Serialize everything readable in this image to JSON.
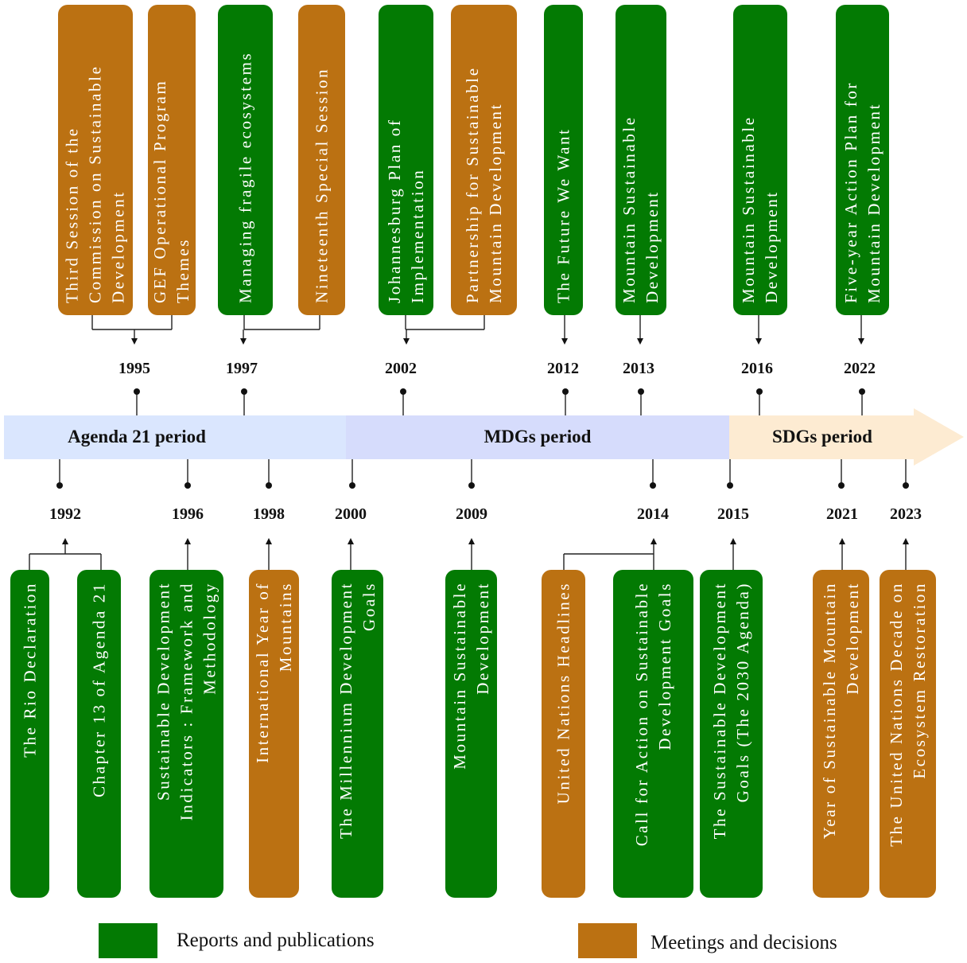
{
  "colors": {
    "reports": "#037a03",
    "meetings": "#bb7112",
    "agenda_band": "#dae6fe",
    "mdgs_band": "#d6dcfc",
    "sdgs_band": "#fdebd2"
  },
  "periods": [
    {
      "label": "Agenda 21 period"
    },
    {
      "label": "MDGs period"
    },
    {
      "label": "SDGs period"
    }
  ],
  "top_events": [
    {
      "year": "1995",
      "items": [
        {
          "type": "meetings",
          "text": "Third Session of the\nCommission on Sustainable\nDevelopment"
        },
        {
          "type": "meetings",
          "text": "GEF Operational Program\nThemes"
        }
      ]
    },
    {
      "year": "1997",
      "items": [
        {
          "type": "reports",
          "text": "Managing fragile ecosystems"
        },
        {
          "type": "meetings",
          "text": "Nineteenth Special Session"
        }
      ]
    },
    {
      "year": "2002",
      "items": [
        {
          "type": "reports",
          "text": "Johannesburg Plan of\nImplementation"
        },
        {
          "type": "meetings",
          "text": "Partnership for Sustainable\nMountain Development"
        }
      ]
    },
    {
      "year": "2012",
      "items": [
        {
          "type": "reports",
          "text": "The Future We Want"
        }
      ]
    },
    {
      "year": "2013",
      "items": [
        {
          "type": "reports",
          "text": "Mountain Sustainable\nDevelopment"
        }
      ]
    },
    {
      "year": "2016",
      "items": [
        {
          "type": "reports",
          "text": "Mountain Sustainable\nDevelopment"
        }
      ]
    },
    {
      "year": "2022",
      "items": [
        {
          "type": "reports",
          "text": "Five-year Action Plan for\nMountain Development"
        }
      ]
    }
  ],
  "bottom_events": [
    {
      "year": "1992",
      "items": [
        {
          "type": "reports",
          "text": "The Rio Declaration"
        },
        {
          "type": "reports",
          "text": "Chapter 13 of Agenda 21"
        }
      ]
    },
    {
      "year": "1996",
      "items": [
        {
          "type": "reports",
          "text": "Sustainable Development\nIndicators : Framework and\nMethodology"
        }
      ]
    },
    {
      "year": "1998",
      "items": [
        {
          "type": "meetings",
          "text": "International Year of\nMountains"
        }
      ]
    },
    {
      "year": "2000",
      "items": [
        {
          "type": "reports",
          "text": "The Millennium Development\nGoals"
        }
      ]
    },
    {
      "year": "2009",
      "items": [
        {
          "type": "reports",
          "text": "Mountain Sustainable\nDevelopment"
        }
      ]
    },
    {
      "year": "2014",
      "items": [
        {
          "type": "meetings",
          "text": "United Nations Headlines"
        },
        {
          "type": "reports",
          "text": "Call for Action on Sustainable\nDevelopment Goals"
        }
      ]
    },
    {
      "year": "2015",
      "items": [
        {
          "type": "reports",
          "text": "The Sustainable Development\nGoals (The 2030 Agenda)"
        }
      ]
    },
    {
      "year": "2021",
      "items": [
        {
          "type": "meetings",
          "text": "Year of Sustainable Mountain\nDevelopment"
        }
      ]
    },
    {
      "year": "2023",
      "items": [
        {
          "type": "meetings",
          "text": "The United Nations Decade on\nEcosystem Restoration"
        }
      ]
    }
  ],
  "legend": [
    {
      "type": "reports",
      "label": "Reports and publications"
    },
    {
      "type": "meetings",
      "label": "Meetings and decisions"
    }
  ]
}
